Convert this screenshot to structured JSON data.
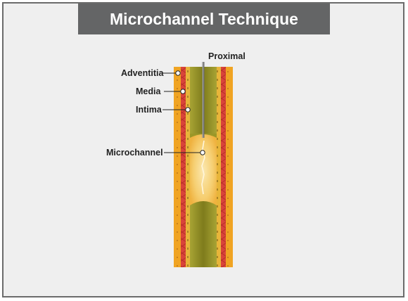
{
  "title": "Microchannel Technique",
  "labels": {
    "proximal": "Proximal",
    "adventitia": "Adventitia",
    "media": "Media",
    "intima": "Intima",
    "microchannel": "Microchannel"
  },
  "colors": {
    "frame_border": "#6b6b6b",
    "background": "#efefef",
    "title_bar": "#646566",
    "adventitia": "#f0a423",
    "media": "#d9443a",
    "intima": "#e8b53a",
    "occlusion": "#8c8a22",
    "microchannel": "#f7d27a"
  }
}
